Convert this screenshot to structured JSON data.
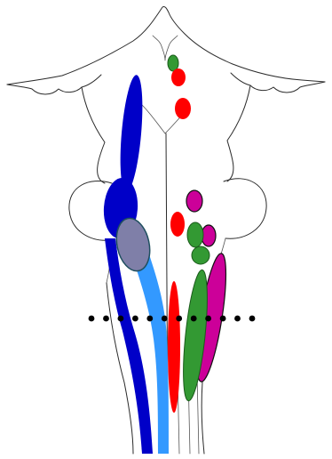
{
  "diagram": {
    "type": "brainstem-nuclei-schematic",
    "background": "#ffffff",
    "outline_color": "#2b2b2b",
    "colors": {
      "blue_dark": "#0000c8",
      "blue_light": "#3399ff",
      "slate": "#7f7fa8",
      "red": "#ff0000",
      "green": "#339933",
      "magenta": "#cc0099"
    },
    "markers": [
      "small-green-oval",
      "upper-red-oval",
      "middle-red-oval",
      "lower-red-oval",
      "long-red-column",
      "upper-magenta-oval",
      "small-magenta-oval",
      "long-magenta-column",
      "green-oval",
      "small-green-oval-lower",
      "long-green-column",
      "tall-blue-column",
      "blue-swelling",
      "slate-oval",
      "dark-blue-tract",
      "light-blue-tract"
    ],
    "dotted_line": {
      "dot_count": 12,
      "color": "#000000"
    }
  }
}
